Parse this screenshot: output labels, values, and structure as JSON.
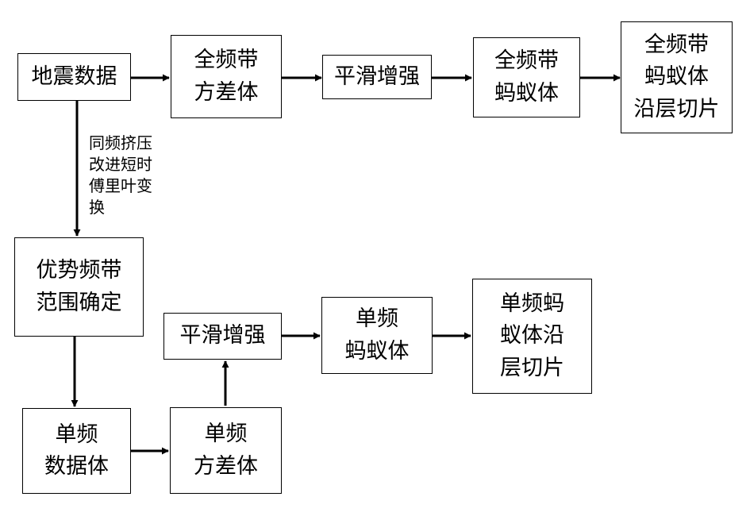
{
  "nodes": {
    "seismic_data": [
      "地震数据"
    ],
    "fullband_variance": [
      "全频带",
      "方差体"
    ],
    "smooth_enhance_top": [
      "平滑增强"
    ],
    "fullband_ant": [
      "全频带",
      "蚂蚁体"
    ],
    "fullband_slice": [
      "全频带",
      "蚂蚁体",
      "沿层切片"
    ],
    "dominant_band": [
      "优势频带",
      "范围确定"
    ],
    "smooth_enhance_bottom": [
      "平滑增强"
    ],
    "single_ant": [
      "单频",
      "蚂蚁体"
    ],
    "single_slice": [
      "单频蚂",
      "蚁体沿",
      "层切片"
    ],
    "single_data": [
      "单频",
      "数据体"
    ],
    "single_variance": [
      "单频",
      "方差体"
    ]
  },
  "edge_label": [
    "同频挤压",
    "改进短时",
    "傅里叶变",
    "换"
  ]
}
